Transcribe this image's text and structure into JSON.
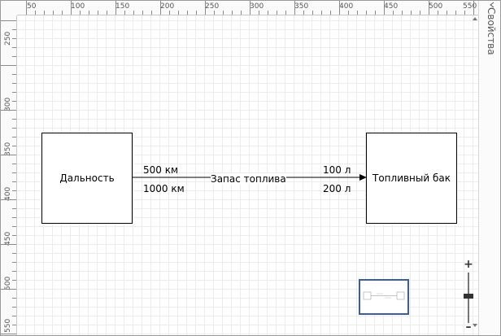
{
  "window": {
    "panel_title": "Свойства"
  },
  "ruler": {
    "top_labels": [
      "50",
      "100",
      "150",
      "200",
      "250",
      "300",
      "350",
      "400",
      "450",
      "500",
      "550"
    ],
    "left_labels": [
      "250",
      "300",
      "350",
      "400",
      "450",
      "500",
      "550"
    ]
  },
  "diagram": {
    "left_box": {
      "label": "Дальность"
    },
    "right_box": {
      "label": "Топливный бак"
    },
    "edge": {
      "center_label": "Запас топлива",
      "left_top": "500 км",
      "left_bottom": "1000 км",
      "right_top": "100 л",
      "right_bottom": "200 л"
    }
  },
  "zoom": {
    "plus": "+",
    "minus": "–"
  },
  "colors": {
    "minimap_border": "#3b5ba5",
    "grid": "#ececec"
  }
}
